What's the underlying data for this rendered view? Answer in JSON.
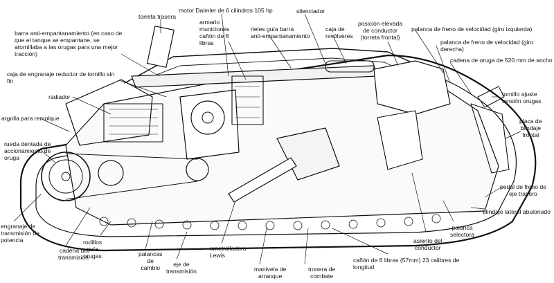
{
  "labels": {
    "torreta_trasera": "torreta trasera",
    "motor": "motor Daimler de 6 cilindros 105 hp",
    "silenciador": "silenciador",
    "posicion_elevada": "posición elevada\nde conductor\n(torreta frontal)",
    "palanca_freno_izq": "palanca de freno de velocidad (giro izquierda)",
    "palanca_freno_der": "palanca de freno de velocidad (giro\nderecha)",
    "cadena_oruga": "cadena de oruga de 520 mm de ancho",
    "barra_anti": "barra anti-empantanamiento (en caso de\nque el tanque se empantane, se\natornillaba a las orugas para una mejor\ntracción)",
    "armario": "armario\nmuniciones\ncañón de 6\nlibras",
    "rieles": "rieles guía barra\nanti-empantanamiento",
    "caja_revolveres": "caja de\nrevólveres",
    "caja_engranaje": "caja de engranaje reductor de tornillo sin\nfin",
    "radiador": "radiador",
    "tornillo": "tornillo ajuste\ntensión orugas",
    "argolla": "argolla para remolque",
    "placa_blindaje": "placa de\nblindaje\nfrontal",
    "rueda_dentada": "rueda dentada de\naccionamiento de\noruga",
    "pedal_freno": "pedal de freno de\neje trasero",
    "blindaje_lateral": "blindaje lateral abulonado",
    "engranaje_potencia": "engranaje de\ntransmisión de\npotencia",
    "cadena_transmision": "cadena de\ntransmisión",
    "rodillos": "rodillos\nguía\norugas",
    "palancas_cambio": "palancas\nde\ncambio",
    "eje_transmision": "eje de\ntransmisión",
    "ametralladora": "ametralladora\nLewis",
    "manivela": "manivela de\narranque",
    "tronera": "tronera de\ncombate",
    "canon": "cañón de 6 libras (57mm) 23 calibres de\nlongitud",
    "asiento": "asiento del\nconductor",
    "palanca_selectora": "palanca\nselectora"
  }
}
